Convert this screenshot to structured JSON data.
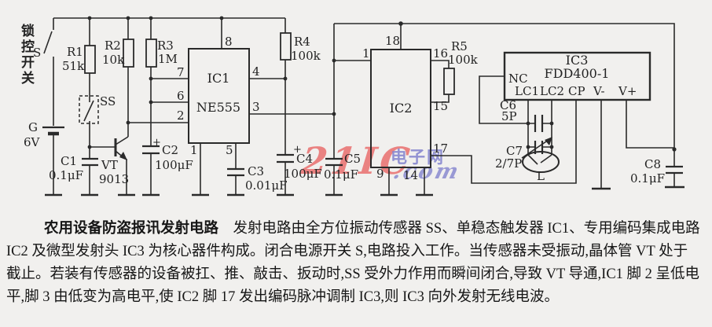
{
  "colors": {
    "ink": "#2a2a2a",
    "paper": "#f1f0ee",
    "watermark_red": "#e75858",
    "watermark_blue": "#8080cd"
  },
  "watermark": {
    "brand": "21IC",
    "cn": "电子网",
    "tld": ".com"
  },
  "schematic": {
    "side_label": "锁控开关",
    "switch": "S",
    "sensor": "SS",
    "inductor": "L",
    "battery": {
      "name": "G",
      "voltage": "6V"
    },
    "transistor": {
      "name": "VT",
      "model": "9013"
    },
    "resistors": {
      "r1": "R1",
      "r1_val": "51k",
      "r2": "R2",
      "r2_val": "10k",
      "r3": "R3",
      "r3_val": "1M",
      "r4": "R4",
      "r4_val": "100k",
      "r5": "R5",
      "r5_val": "100k"
    },
    "capacitors": {
      "plus": "+",
      "c1": "C1",
      "c1_val": "0.1μF",
      "c2": "C2",
      "c2_val": "100μF",
      "c3": "C3",
      "c3_val": "0.01μF",
      "c4": "C4",
      "c4_val": "100μF",
      "c5": "C5",
      "c5_val": "0.1μF",
      "c6": "C6",
      "c6_val": "5P",
      "c7": "C7",
      "c7_val": "2/7P",
      "c8": "C8",
      "c8_val": "0.1μF"
    },
    "ic1": {
      "name": "IC1",
      "model": "NE555",
      "pins": {
        "p1": "1",
        "p2": "2",
        "p3": "3",
        "p4": "4",
        "p5": "5",
        "p6": "6",
        "p7": "7",
        "p8": "8"
      }
    },
    "ic2": {
      "name": "IC2",
      "pins": {
        "p1": "1",
        "p9": "9",
        "p14": "14",
        "p15": "15",
        "p16": "16",
        "p17": "17",
        "p18": "18"
      }
    },
    "ic3": {
      "name": "IC3",
      "model": "FDD400-1",
      "pins": {
        "nc": "NC",
        "lc1": "LC1",
        "lc2": "LC2",
        "cp": "CP",
        "vminus": "V-",
        "vplus": "V+"
      }
    }
  },
  "caption": {
    "title": "农用设备防盗报讯发射电路",
    "line1_rest": "　发射电路由全方位振动传感器 SS、单稳态触发器 IC1、专用编码集成电路",
    "line2": "IC2 及微型发射头 IC3 为核心器件构成。闭合电源开关 S,电路投入工作。当传感器未受振动,晶体管 VT 处于",
    "line3": "截止。若装有传感器的设备被扛、推、敲击、扳动时,SS 受外力作用而瞬间闭合,导致 VT 导通,IC1 脚 2 呈低电",
    "line4": "平,脚 3 由低变为高电平,使 IC2 脚 17 发出编码脉冲调制 IC3,则 IC3 向外发射无线电波。"
  }
}
